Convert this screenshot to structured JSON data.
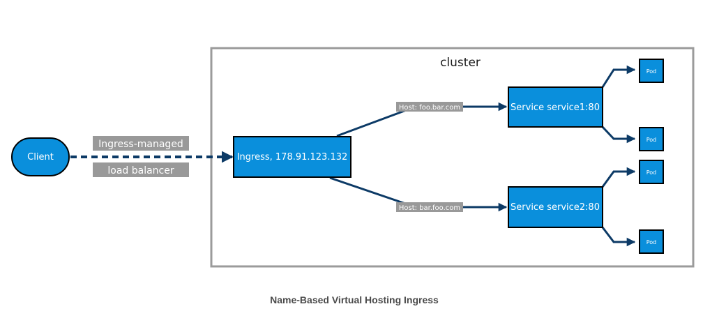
{
  "diagram": {
    "cluster_label": "cluster",
    "client_label": "Client",
    "lb_line1": "Ingress-managed",
    "lb_line2": "load balancer",
    "ingress_label": "Ingress, 178.91.123.132",
    "host1_label": "Host: foo.bar.com",
    "host2_label": "Host: bar.foo.com",
    "service1_label": "Service service1:80",
    "service2_label": "Service service2:80",
    "pod_label": "Pod"
  },
  "caption": "Name-Based Virtual Hosting Ingress",
  "colors": {
    "node_fill": "#0a8fdc",
    "node_stroke": "#000000",
    "edge": "#0c3a66",
    "tag_fill": "#999999",
    "cluster_border": "#9b9b9b",
    "cluster_text": "#1a1a1a"
  }
}
